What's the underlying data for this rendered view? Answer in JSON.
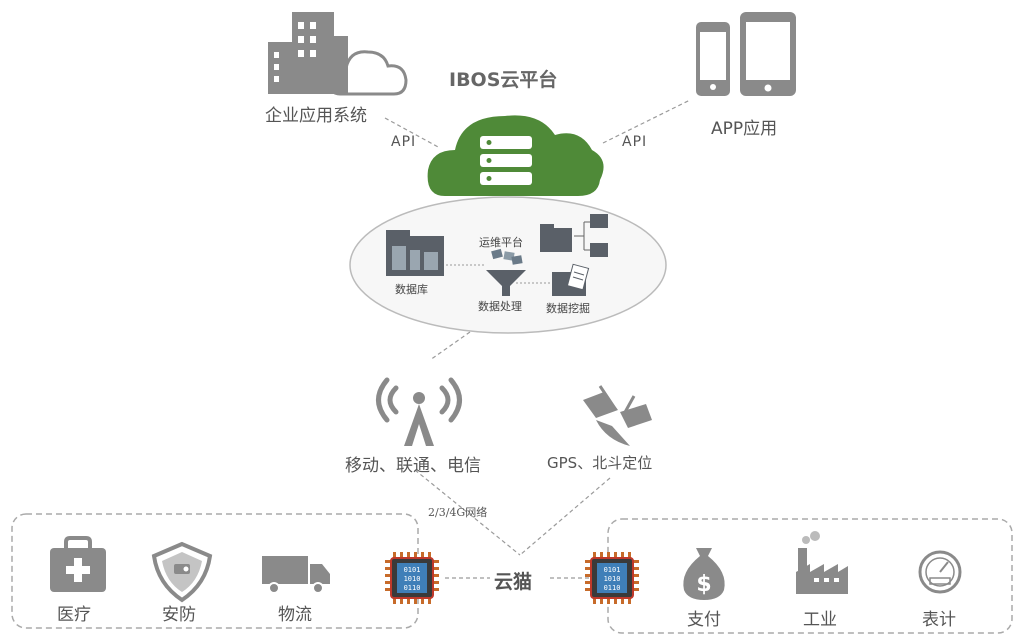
{
  "cloud_platform": {
    "title": "IBOS云平台"
  },
  "top": {
    "enterprise_label": "企业应用系统",
    "app_label": "APP应用",
    "api_left": "API",
    "api_right": "API"
  },
  "platform_modules": {
    "ops": "运维平台",
    "database": "数据库",
    "processing": "数据处理",
    "mining": "数据挖掘"
  },
  "network": {
    "mobile": "移动、联通、电信",
    "gps": "GPS、北斗定位",
    "net_label": "2/3/4G网络"
  },
  "hub": {
    "label": "云猫"
  },
  "left_group": [
    "医疗",
    "安防",
    "物流"
  ],
  "right_group": [
    "支付",
    "工业",
    "表计"
  ],
  "colors": {
    "cloud_green": "#4f8a38",
    "chip_border": "#c0392b",
    "chip_fill": "#3f7fb8",
    "icon_gray": "#8a8a8a"
  }
}
